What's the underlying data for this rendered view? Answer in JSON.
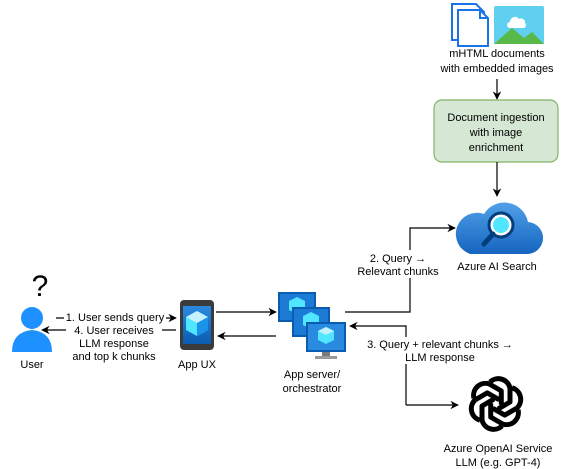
{
  "nodes": {
    "documents": {
      "label_lines": [
        "mHTML documents",
        "with embedded images"
      ],
      "icons": [
        "documents-icon",
        "image-icon"
      ]
    },
    "ingestion": {
      "label_lines": [
        "Document ingestion",
        "with image",
        "enrichment"
      ],
      "fill": "#d5e8d4",
      "stroke": "#82b366"
    },
    "search": {
      "label": "Azure AI Search",
      "icon": "azure-ai-search-icon"
    },
    "user": {
      "label": "User",
      "question_mark": "?",
      "icon": "user-icon"
    },
    "app_ux": {
      "label": "App UX",
      "icon": "mobile-app-icon"
    },
    "app_server": {
      "label_lines": [
        "App server/",
        "orchestrator"
      ],
      "icon": "app-server-icon"
    },
    "openai": {
      "label_lines": [
        "Azure OpenAI Service",
        "LLM (e.g. GPT-4)"
      ],
      "icon": "openai-logo-icon"
    }
  },
  "edges": {
    "step1": {
      "label": "1. User sends query"
    },
    "step2": {
      "label_lines": [
        "2. Query →",
        "Relevant chunks"
      ]
    },
    "step3": {
      "label_lines": [
        "3. Query + relevant chunks →",
        "LLM response"
      ]
    },
    "step4": {
      "label_lines": [
        "4. User receives",
        "LLM response",
        "and top k chunks"
      ]
    }
  },
  "colors": {
    "azure_blue": "#0078d4",
    "azure_light_blue": "#50e6ff",
    "arrow": "#000000"
  }
}
